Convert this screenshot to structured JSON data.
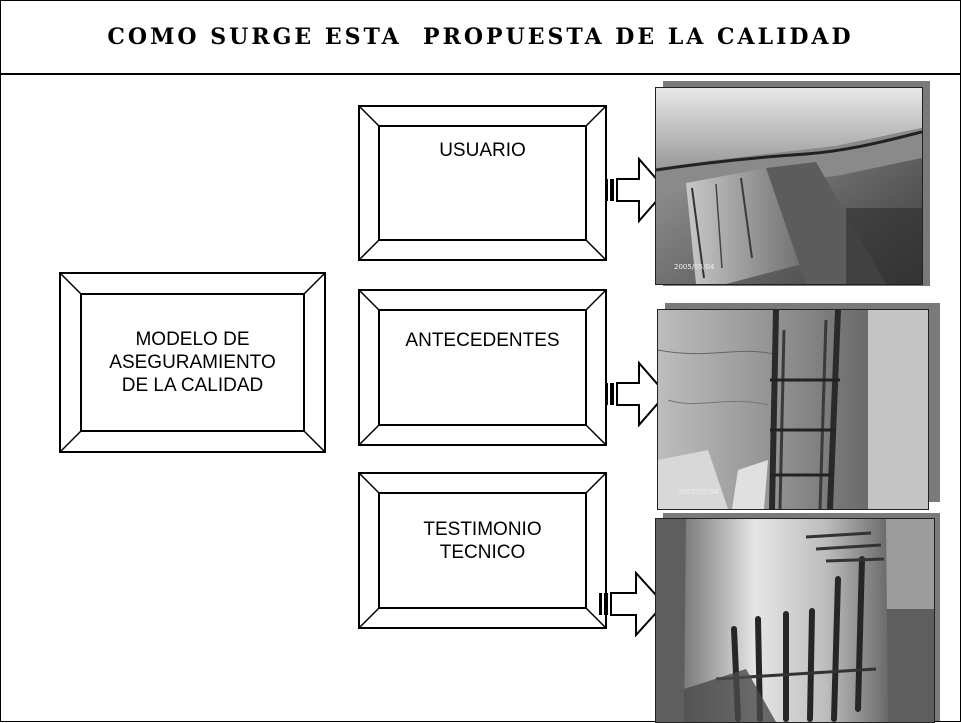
{
  "title": "COMO SURGE ESTA  PROPUESTA DE LA CALIDAD",
  "boxes": {
    "main": "MODELO DE\nASEGURAMIENTO\nDE LA  CALIDAD",
    "usuario": "USUARIO",
    "antecedentes": "ANTECEDENTES",
    "testimonio": "TESTIMONIO\nTECNICO"
  },
  "photos": {
    "photo1_date": "2005/05/04",
    "photo2_date": "2005/05/04"
  },
  "colors": {
    "frame_stroke": "#000000",
    "background": "#ffffff",
    "photo_shadow": "#7a7a7a"
  }
}
